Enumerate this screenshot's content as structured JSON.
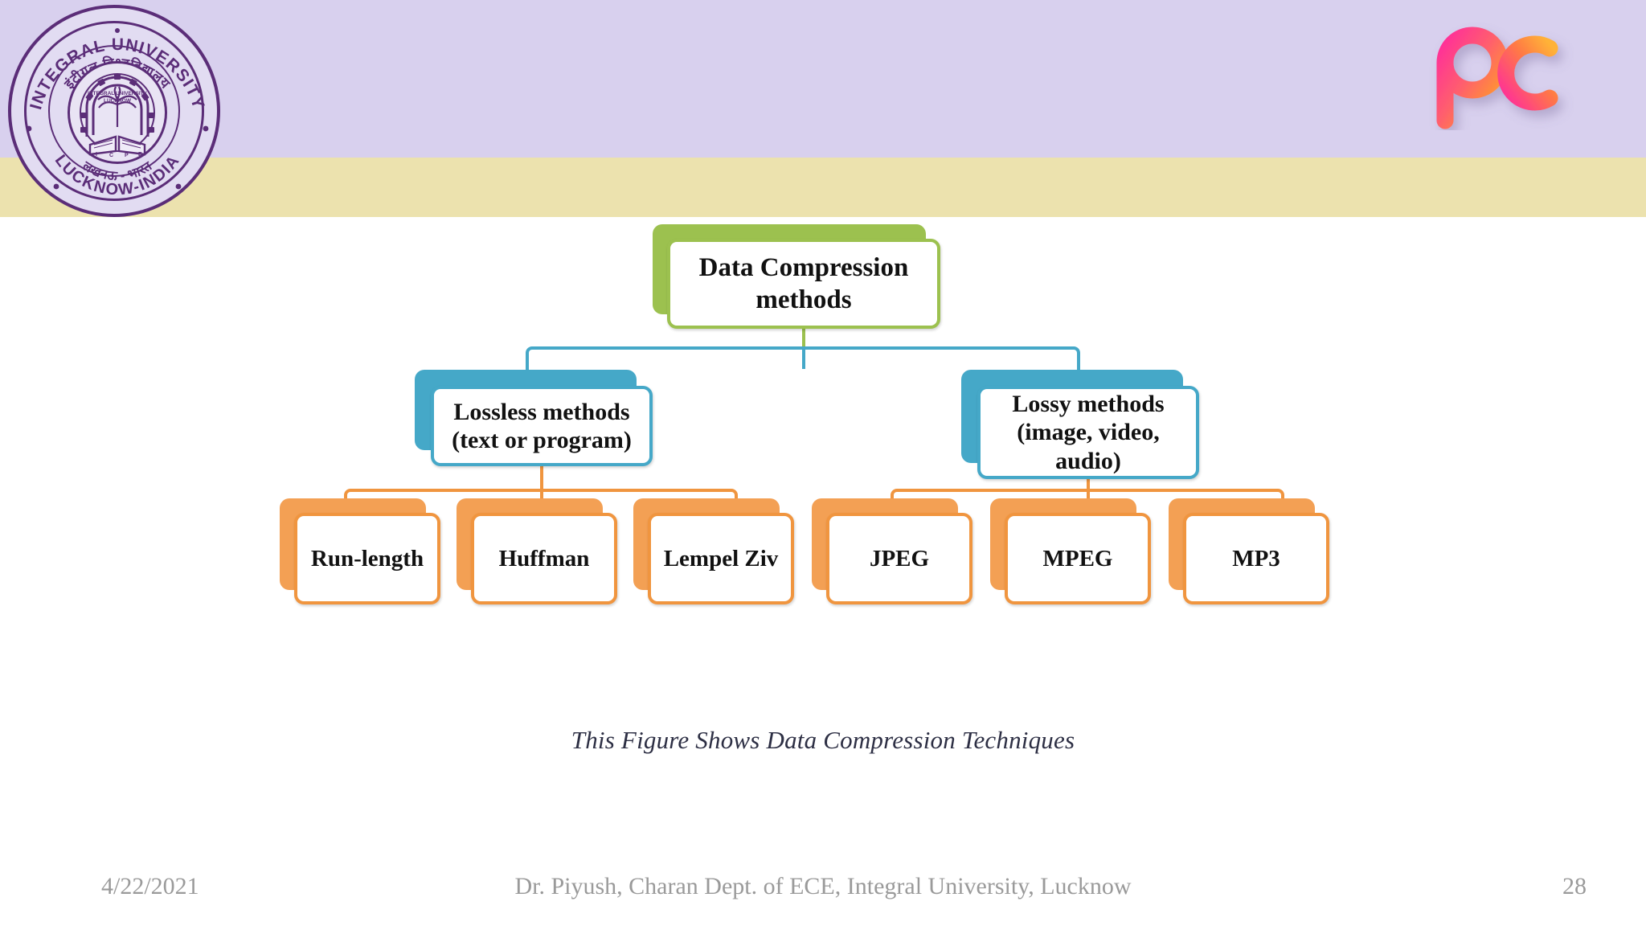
{
  "header": {
    "band_lavender_color": "#d8d0ee",
    "band_cream_color": "#ece2ae",
    "logo_seal": {
      "outer_text_left": "INTEGRAL UNIVERSITY",
      "outer_text_bottom": "LUCKNOW-INDIA",
      "hindi_top": "इंटीग्रल विश्वविद्यालय",
      "hindi_bottom": "लखनऊ - भारत",
      "inner_ring_text": "INTEGRAL UNIVERSITY LUCKNOW",
      "book_letters": "I C P E",
      "color": "#5b2d78"
    },
    "pc_logo": {
      "letters": "pc",
      "gradient_from": "#ff2e9a",
      "gradient_to": "#ffb238"
    }
  },
  "diagram": {
    "title_caption": "This Figure Shows Data Compression Techniques",
    "root": {
      "label_line1": "Data Compression",
      "label_line2": "methods",
      "border_color": "#9cc14f"
    },
    "mid": [
      {
        "label_line1": "Lossless methods",
        "label_line2": "(text or program)",
        "border_color": "#45a8c8"
      },
      {
        "label_line1": "Lossy methods",
        "label_line2": "(image, video,",
        "label_line3": "audio)",
        "border_color": "#45a8c8"
      }
    ],
    "leaves": [
      {
        "label": "Run-length",
        "border_color": "#f0953f"
      },
      {
        "label": "Huffman",
        "border_color": "#f0953f"
      },
      {
        "label": "Lempel Ziv",
        "border_color": "#f0953f"
      },
      {
        "label": "JPEG",
        "border_color": "#f0953f"
      },
      {
        "label": "MPEG",
        "border_color": "#f0953f"
      },
      {
        "label": "MP3",
        "border_color": "#f0953f"
      }
    ]
  },
  "footer": {
    "date": "4/22/2021",
    "attribution": "Dr. Piyush, Charan Dept. of ECE, Integral University, Lucknow",
    "page_number": "28"
  }
}
